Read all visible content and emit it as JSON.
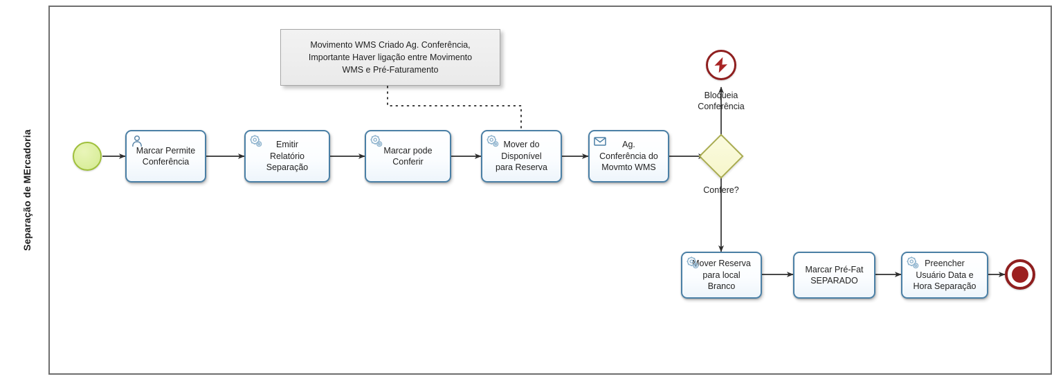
{
  "diagram": {
    "type": "bpmn-process-diagram",
    "lane": {
      "label": "Separação de MErcadoria"
    },
    "annotation": {
      "name": "text-annotation",
      "text": "Movimento WMS Criado Ag. Conferência,\nImportante Haver ligação entre Movimento\nWMS e Pré-Faturamento"
    },
    "events": {
      "start": {
        "label": "",
        "icon": "start-event-circle",
        "color": "#d2e88e"
      },
      "escalation_end": {
        "label": "Bloqueia\nConferência",
        "icon": "escalation-bolt-icon",
        "color": "#8f1f1f"
      },
      "terminate_end": {
        "label": "",
        "icon": "end-event-circle",
        "color": "#9c2020"
      }
    },
    "gateway": {
      "label": "Confere?",
      "icon": "exclusive-gateway-diamond",
      "color": "#f6f6cb"
    },
    "tasks": [
      {
        "id": "t1",
        "label": "Marcar Permite\nConferência",
        "icon": "user-task-icon"
      },
      {
        "id": "t2",
        "label": "Emitir\nRelatório\nSeparação",
        "icon": "service-task-gear-icon"
      },
      {
        "id": "t3",
        "label": "Marcar pode\nConferir",
        "icon": "service-task-gear-icon"
      },
      {
        "id": "t4",
        "label": "Mover do\nDisponível\npara Reserva",
        "icon": "service-task-gear-icon"
      },
      {
        "id": "t5",
        "label": "Ag.\nConferência do\nMovmto WMS",
        "icon": "message-envelope-icon"
      },
      {
        "id": "t6",
        "label": "Mover Reserva\npara local\nBranco",
        "icon": "service-task-gear-icon"
      },
      {
        "id": "t7",
        "label": "Marcar Pré-Fat\nSEPARADO",
        "icon": "none"
      },
      {
        "id": "t8",
        "label": "Preencher\nUsuário Data e\nHora Separação",
        "icon": "service-task-gear-icon"
      }
    ],
    "colors": {
      "task_border": "#4a7fa5",
      "lane_border": "#6e6e6e",
      "flow_line": "#3a3a3a",
      "gateway_border": "#a8ab4e",
      "start_border": "#9fbf3b",
      "end_border": "#8f1f1f",
      "annotation_fill": "#eeeeee"
    }
  }
}
